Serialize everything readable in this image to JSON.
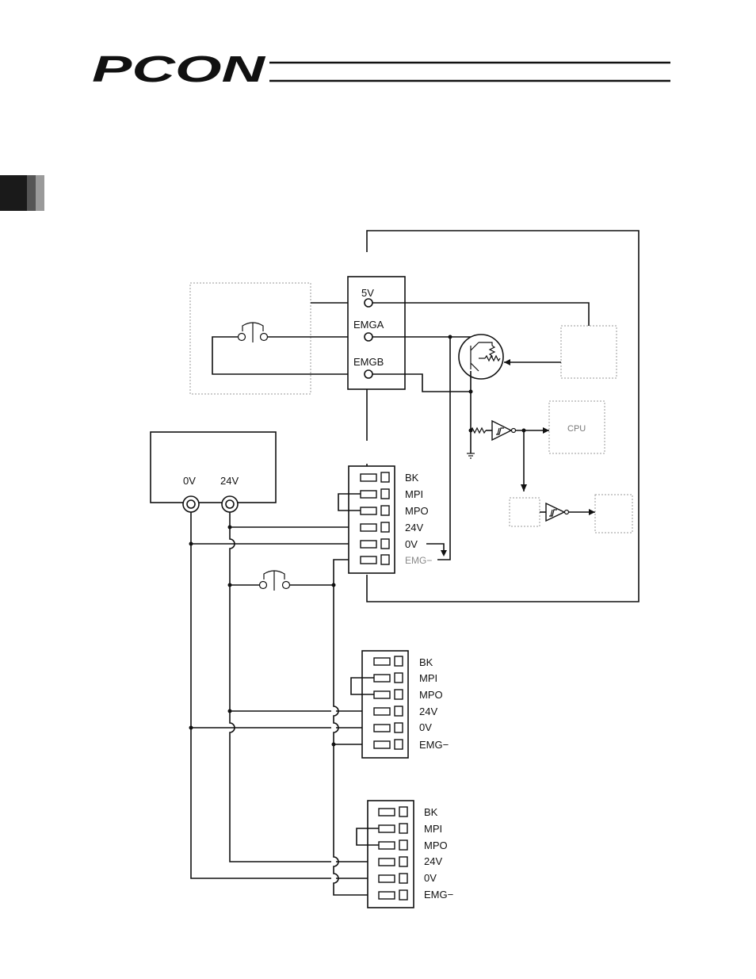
{
  "header": {
    "logo_text": "PCON"
  },
  "colors": {
    "line": "#111111",
    "chapter_tab_dark": "#1a1a1a",
    "chapter_tab_mid": "#555555",
    "chapter_tab_light": "#9a9a9a",
    "dashed_box": "#9a9a9a"
  },
  "panel": {
    "terminals": [
      "5V",
      "EMGA",
      "EMGB"
    ]
  },
  "power_supply": {
    "terminals": [
      "0V",
      "24V"
    ]
  },
  "blocks": {
    "cpu": "CPU"
  },
  "connectors": [
    {
      "pins": [
        "BK",
        "MPI",
        "MPO",
        "24V",
        "0V",
        "EMG−"
      ]
    },
    {
      "pins": [
        "BK",
        "MPI",
        "MPO",
        "24V",
        "0V",
        "EMG−"
      ]
    },
    {
      "pins": [
        "BK",
        "MPI",
        "MPO",
        "24V",
        "0V",
        "EMG−"
      ]
    }
  ]
}
